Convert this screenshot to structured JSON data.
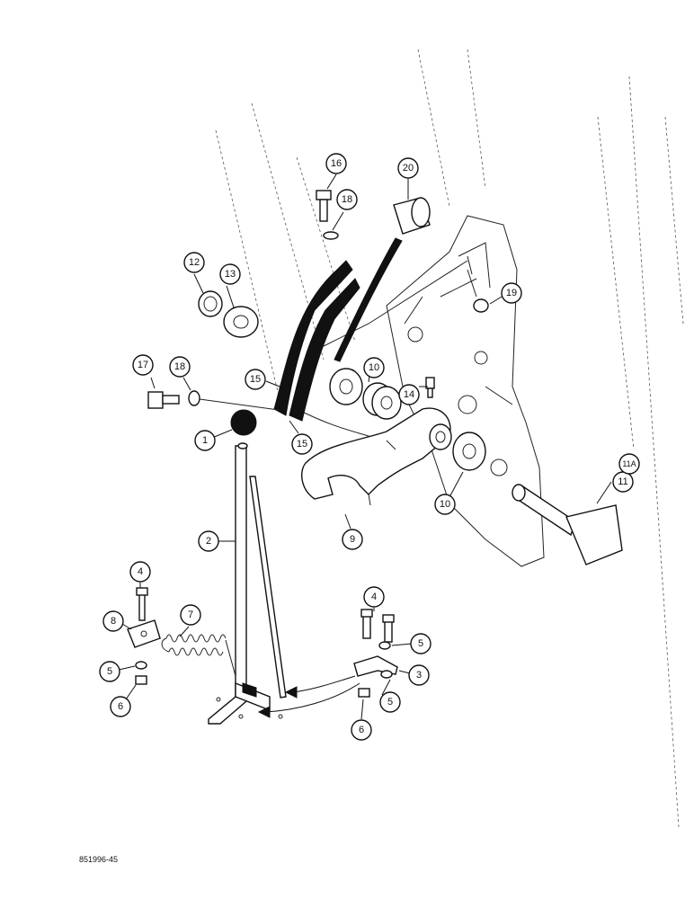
{
  "figure_id": "851996-45",
  "callouts": [
    {
      "id": "c1",
      "label": "1"
    },
    {
      "id": "c2",
      "label": "2"
    },
    {
      "id": "c3",
      "label": "3"
    },
    {
      "id": "c4a",
      "label": "4"
    },
    {
      "id": "c4b",
      "label": "4"
    },
    {
      "id": "c5a",
      "label": "5"
    },
    {
      "id": "c5b",
      "label": "5"
    },
    {
      "id": "c5c",
      "label": "5"
    },
    {
      "id": "c6a",
      "label": "6"
    },
    {
      "id": "c6b",
      "label": "6"
    },
    {
      "id": "c7",
      "label": "7"
    },
    {
      "id": "c8",
      "label": "8"
    },
    {
      "id": "c9",
      "label": "9"
    },
    {
      "id": "c10a",
      "label": "10"
    },
    {
      "id": "c10b",
      "label": "10"
    },
    {
      "id": "c11",
      "label": "11"
    },
    {
      "id": "c11a",
      "label": "11A"
    },
    {
      "id": "c12",
      "label": "12"
    },
    {
      "id": "c13",
      "label": "13"
    },
    {
      "id": "c14",
      "label": "14"
    },
    {
      "id": "c15a",
      "label": "15"
    },
    {
      "id": "c15b",
      "label": "15"
    },
    {
      "id": "c16",
      "label": "16"
    },
    {
      "id": "c17",
      "label": "17"
    },
    {
      "id": "c18a",
      "label": "18"
    },
    {
      "id": "c18b",
      "label": "18"
    },
    {
      "id": "c19",
      "label": "19"
    },
    {
      "id": "c20",
      "label": "20"
    }
  ]
}
